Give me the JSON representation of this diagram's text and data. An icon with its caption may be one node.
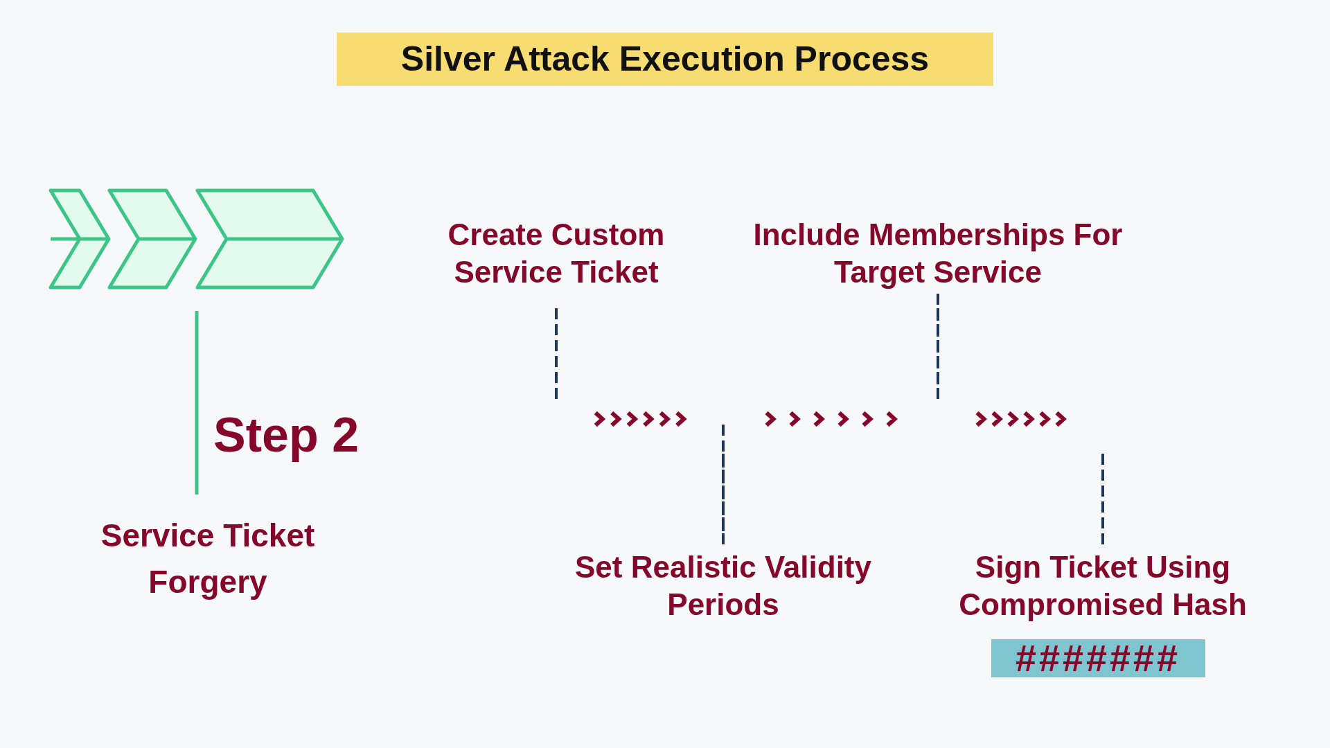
{
  "diagram": {
    "title": "Silver Attack Execution Process",
    "nodes": [
      {
        "text": [
          "Create Custom Service Ticket"
        ]
      },
      {
        "text": [
          "Set Realistic Validity Periods"
        ]
      },
      {
        "text": [
          "Include Memberships For Target Service"
        ]
      },
      {
        "text": [
          "Sign Ticket Using Compromised Hash"
        ]
      },
      {
        "text": [
          "#######"
        ]
      }
    ],
    "edges": [
      {
        "from": 0,
        "to": 1,
        "arrow": "to"
      },
      {
        "from": 1,
        "to": 2,
        "arrow": "to"
      },
      {
        "from": 2,
        "to": 3,
        "arrow": "to"
      }
    ],
    "labels": [
      "Step 2",
      "Service Ticket Forgery"
    ]
  }
}
